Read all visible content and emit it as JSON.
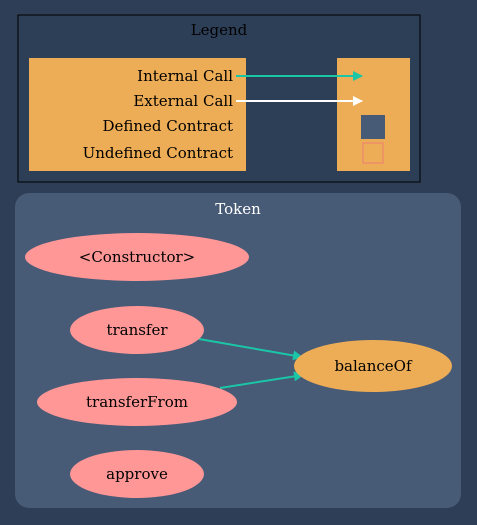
{
  "colors": {
    "background": "#2e3e56",
    "legend_bg": "#2d3e57",
    "cluster_bg": "#475a76",
    "internal_call": "#1bc6a6",
    "external_call": "#ffffff",
    "defined_contract": "#475a76",
    "undefined_contract": "#ef7d74",
    "function_node": "#ff9797",
    "external_node": "#edad56"
  },
  "legend": {
    "title": "Legend",
    "items": [
      "Internal Call",
      "External Call",
      "Defined Contract",
      "Undefined Contract"
    ]
  },
  "cluster": {
    "title": "Token",
    "nodes": {
      "constructor": "<Constructor>",
      "transfer": "transfer",
      "transferFrom": "transferFrom",
      "approve": "approve",
      "balanceOf": "balanceOf"
    }
  }
}
